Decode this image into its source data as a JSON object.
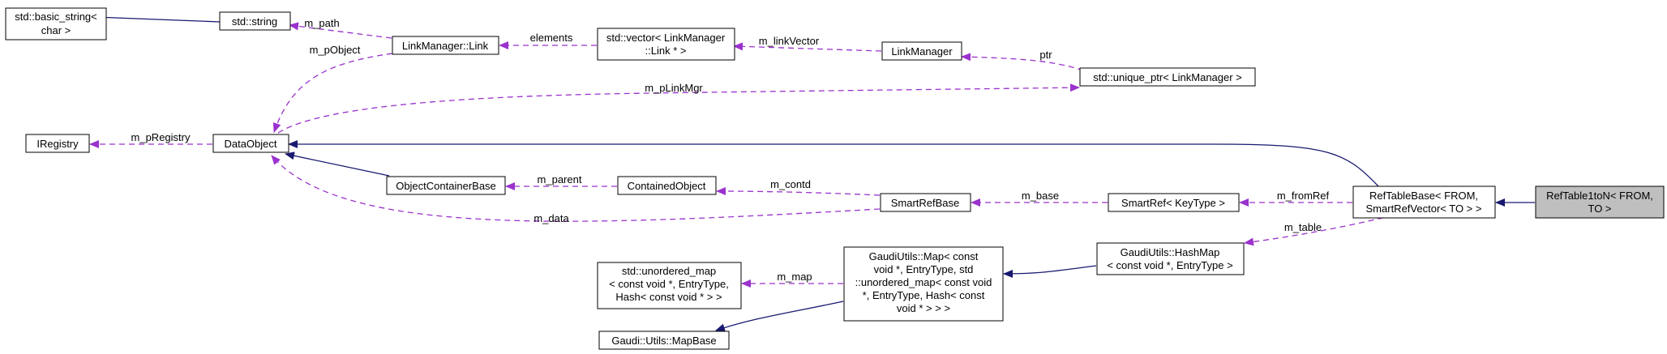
{
  "diagram": {
    "colors": {
      "inheritance": "#191970",
      "usage": "#9a32cd",
      "highlight_fill": "#bfbfbf"
    },
    "nodes": {
      "basic_string": [
        "std::basic_string<",
        "char >"
      ],
      "string": [
        "std::string"
      ],
      "link": [
        "LinkManager::Link"
      ],
      "vector": [
        "std::vector< LinkManager",
        "::Link * >"
      ],
      "linkmanager": [
        "LinkManager"
      ],
      "unique_ptr": [
        "std::unique_ptr< LinkManager >"
      ],
      "iregistry": [
        "IRegistry"
      ],
      "dataobject": [
        "DataObject"
      ],
      "containerbase": [
        "ObjectContainerBase"
      ],
      "contained": [
        "ContainedObject"
      ],
      "smartrefbase": [
        "SmartRefBase"
      ],
      "smartref": [
        "SmartRef< KeyType >"
      ],
      "reftablebase": [
        "RefTableBase< FROM,",
        "SmartRefVector< TO > >"
      ],
      "reftable1ton": [
        "RefTable1toN< FROM,",
        "TO >"
      ],
      "unordered_map": [
        "std::unordered_map",
        "< const void *, EntryType,",
        "Hash< const void * > >"
      ],
      "gaudimap": [
        "GaudiUtils::Map< const",
        "void *, EntryType, std",
        "::unordered_map< const void",
        "*, EntryType, Hash< const",
        "void * > > >"
      ],
      "hashmap": [
        "GaudiUtils::HashMap",
        "< const void *, EntryType >"
      ],
      "mapbase": [
        "Gaudi::Utils::MapBase"
      ]
    },
    "edge_labels": {
      "m_path": "m_path",
      "m_pObject": "m_pObject",
      "elements": "elements",
      "m_linkVector": "m_linkVector",
      "ptr": "ptr",
      "m_pLinkMgr": "m_pLinkMgr",
      "m_pRegistry": "m_pRegistry",
      "m_parent": "m_parent",
      "m_contd": "m_contd",
      "m_base": "m_base",
      "m_fromRef": "m_fromRef",
      "m_data": "m_data",
      "m_table": "m_table",
      "m_map": "m_map"
    }
  }
}
